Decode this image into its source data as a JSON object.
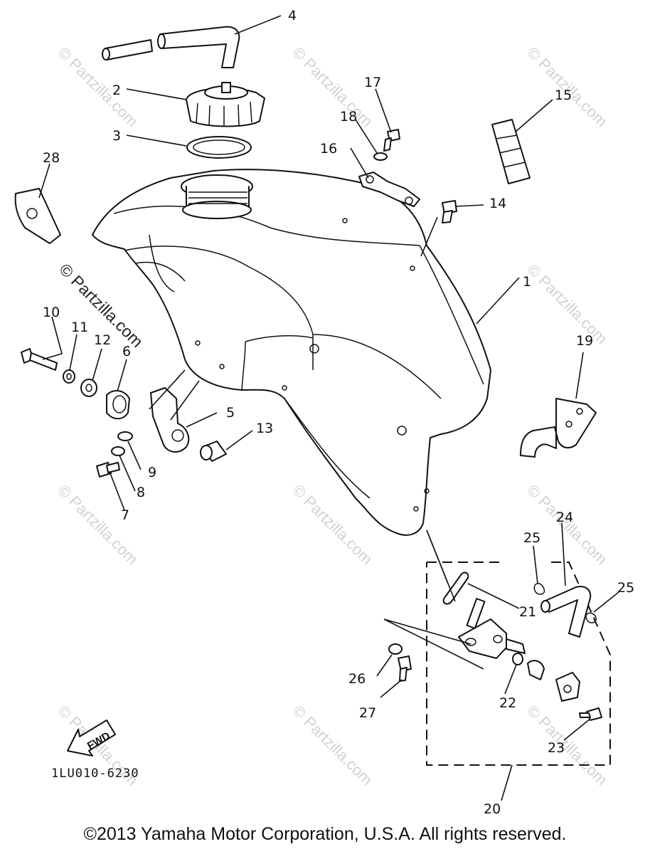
{
  "diagram": {
    "callouts": [
      {
        "id": "c1",
        "label": "1"
      },
      {
        "id": "c2",
        "label": "2"
      },
      {
        "id": "c3",
        "label": "3"
      },
      {
        "id": "c4",
        "label": "4"
      },
      {
        "id": "c5",
        "label": "5"
      },
      {
        "id": "c6",
        "label": "6"
      },
      {
        "id": "c7",
        "label": "7"
      },
      {
        "id": "c8",
        "label": "8"
      },
      {
        "id": "c9",
        "label": "9"
      },
      {
        "id": "c10",
        "label": "10"
      },
      {
        "id": "c11",
        "label": "11"
      },
      {
        "id": "c12",
        "label": "12"
      },
      {
        "id": "c13",
        "label": "13"
      },
      {
        "id": "c14",
        "label": "14"
      },
      {
        "id": "c15",
        "label": "15"
      },
      {
        "id": "c16",
        "label": "16"
      },
      {
        "id": "c17",
        "label": "17"
      },
      {
        "id": "c18",
        "label": "18"
      },
      {
        "id": "c19",
        "label": "19"
      },
      {
        "id": "c20",
        "label": "20"
      },
      {
        "id": "c21",
        "label": "21"
      },
      {
        "id": "c22",
        "label": "22"
      },
      {
        "id": "c23",
        "label": "23"
      },
      {
        "id": "c24",
        "label": "24"
      },
      {
        "id": "c25a",
        "label": "25"
      },
      {
        "id": "c25b",
        "label": "25"
      },
      {
        "id": "c26",
        "label": "26"
      },
      {
        "id": "c27",
        "label": "27"
      },
      {
        "id": "c28",
        "label": "28"
      }
    ],
    "fwd_label": "FWD",
    "drawing_code": "1LU010-6230",
    "watermark_text": "© Partzilla.com"
  },
  "footer": {
    "copyright": "©2013  Yamaha Motor Corporation, U.S.A. All rights reserved."
  }
}
